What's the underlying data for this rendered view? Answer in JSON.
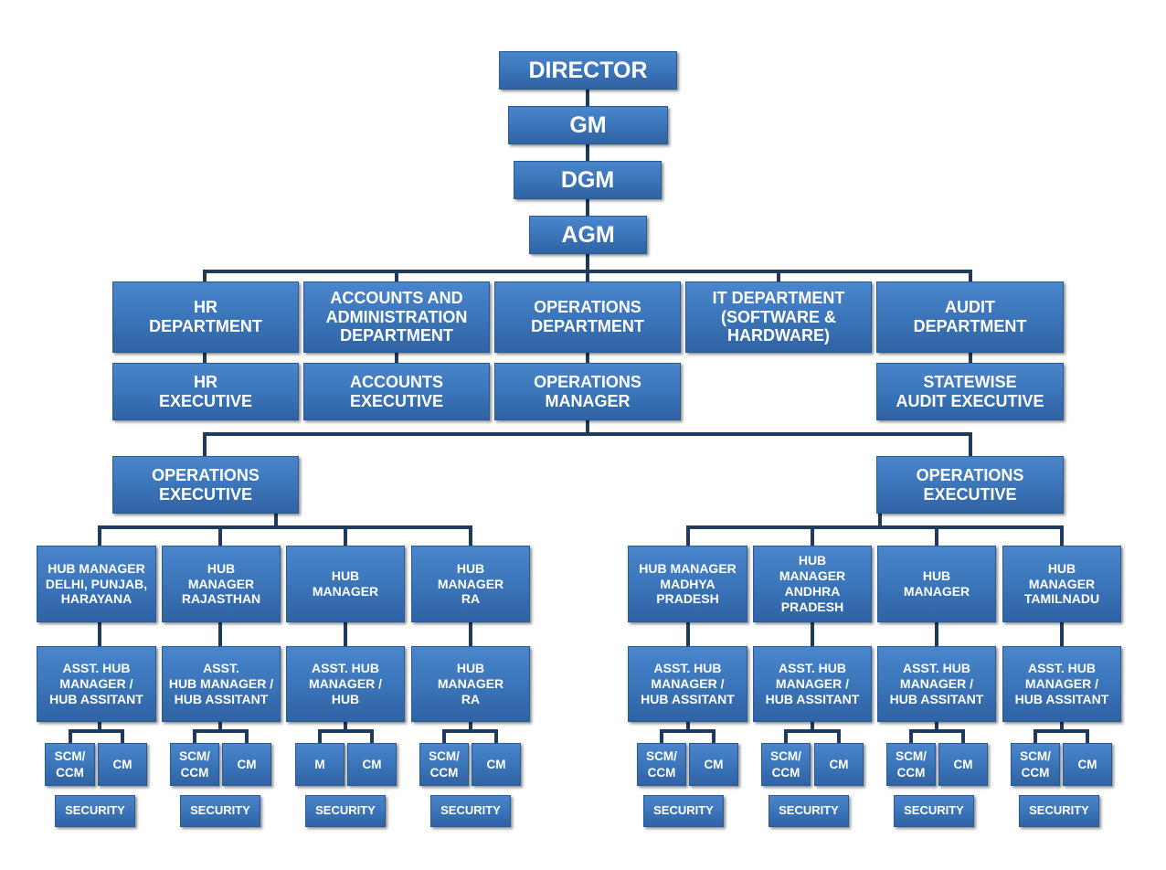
{
  "top": {
    "director": "DIRECTOR",
    "gm": "GM",
    "dgm": "DGM",
    "agm": "AGM"
  },
  "departments": [
    {
      "name": "HR\nDEPARTMENT",
      "sub": "HR\nEXECUTIVE"
    },
    {
      "name": "ACCOUNTS AND\nADMINISTRATION\nDEPARTMENT",
      "sub": "ACCOUNTS\nEXECUTIVE"
    },
    {
      "name": "OPERATIONS\nDEPARTMENT",
      "sub": "OPERATIONS\nMANAGER"
    },
    {
      "name": "IT DEPARTMENT\n(SOFTWARE &\nHARDWARE)"
    },
    {
      "name": "AUDIT\nDEPARTMENT",
      "sub": "STATEWISE\nAUDIT EXECUTIVE"
    }
  ],
  "ops_exec": {
    "left": "OPERATIONS\nEXECUTIVE",
    "right": "OPERATIONS\nEXECUTIVE"
  },
  "hubs_left": [
    {
      "manager": "HUB MANAGER\nDELHI, PUNJAB,\nHARAYANA",
      "asst": "ASST. HUB\nMANAGER /\nHUB ASSITANT",
      "a": "SCM/\nCCM",
      "b": "CM",
      "security": "SECURITY"
    },
    {
      "manager": "HUB\nMANAGER\nRAJASTHAN",
      "asst": "ASST.\nHUB MANAGER /\nHUB ASSITANT",
      "a": "SCM/\nCCM",
      "b": "CM",
      "security": "SECURITY"
    },
    {
      "manager": "HUB\nMANAGER",
      "asst": "ASST. HUB\nMANAGER /\nHUB",
      "a": "M",
      "b": "CM",
      "security": "SECURITY"
    },
    {
      "manager": "HUB\nMANAGER\nRA",
      "asst": "HUB\nMANAGER\nRA",
      "a": "SCM/\nCCM",
      "b": "CM",
      "security": "SECURITY"
    }
  ],
  "hubs_right": [
    {
      "manager": "HUB MANAGER\nMADHYA\nPRADESH",
      "asst": "ASST. HUB\nMANAGER /\nHUB ASSITANT",
      "a": "SCM/\nCCM",
      "b": "CM",
      "security": "SECURITY"
    },
    {
      "manager": "HUB\nMANAGER\nANDHRA\nPRADESH",
      "asst": "ASST. HUB\nMANAGER /\nHUB ASSITANT",
      "a": "SCM/\nCCM",
      "b": "CM",
      "security": "SECURITY"
    },
    {
      "manager": "HUB\nMANAGER",
      "asst": "ASST. HUB\nMANAGER /\nHUB ASSITANT",
      "a": "SCM/\nCCM",
      "b": "CM",
      "security": "SECURITY"
    },
    {
      "manager": "HUB\nMANAGER\nTAMILNADU",
      "asst": "ASST. HUB\nMANAGER /\nHUB ASSITANT",
      "a": "SCM/\nCCM",
      "b": "CM",
      "security": "SECURITY"
    }
  ],
  "colors": {
    "box": "#3a73b8",
    "line": "#1f3a5f"
  }
}
